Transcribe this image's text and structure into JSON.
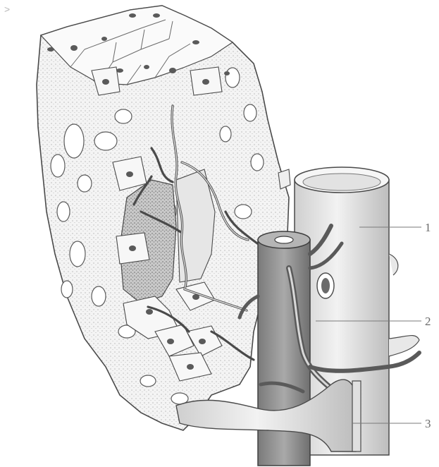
{
  "figure": {
    "corner_mark": ">",
    "callouts": [
      {
        "id": "1",
        "label": "1"
      },
      {
        "id": "2",
        "label": "2"
      },
      {
        "id": "3",
        "label": "3"
      }
    ],
    "colors": {
      "line": "#4a4a4a",
      "stipple": "#8a8a8a",
      "vessel_dark": "#9c9c9c",
      "vessel_light": "#dedede",
      "paper": "#ffffff"
    }
  }
}
